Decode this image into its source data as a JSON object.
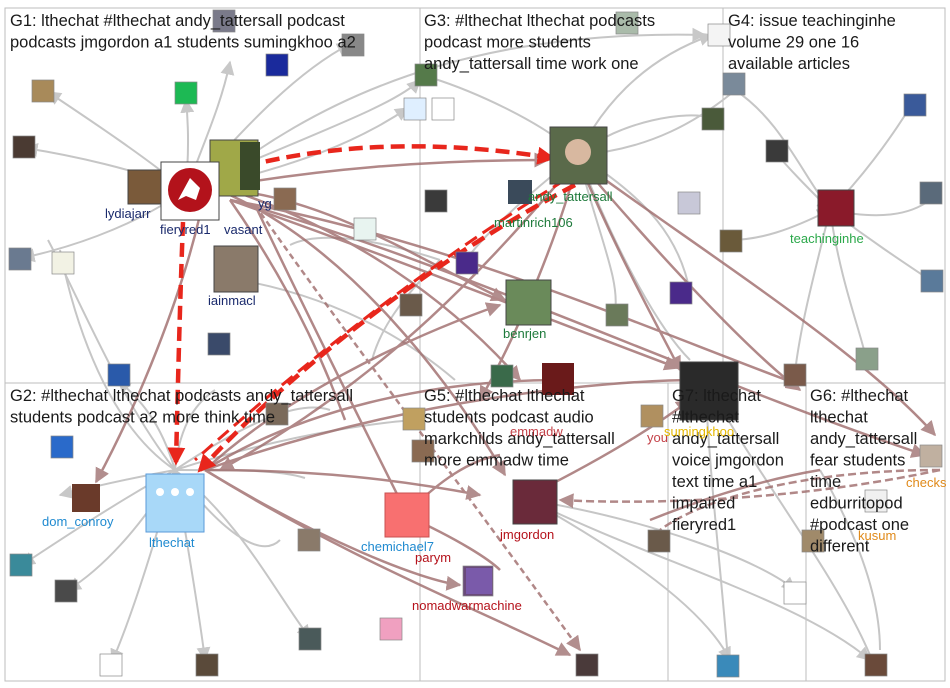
{
  "colors": {
    "background": "#ffffff",
    "box_border": "#bdbdbd",
    "edge_gray": "#bfbfbf",
    "edge_brown": "#9e6b6b",
    "edge_red": "#e8261c",
    "g1": "#1a2a6c",
    "g2": "#1f8ad0",
    "g3": "#1e7a3b",
    "g4": "#2ba84a",
    "g5": "#b5121b",
    "g6": "#e08a1a",
    "g7": "#e6b800"
  },
  "groups": [
    {
      "id": "G1",
      "lines": [
        "G1: lthechat #lthechat andy_tattersall podcast",
        "podcasts jmgordon a1 students sumingkhoo a2"
      ]
    },
    {
      "id": "G2",
      "lines": [
        "G2: #lthechat lthechat podcasts andy_tattersall",
        "students podcast a2 more think time"
      ]
    },
    {
      "id": "G3",
      "lines": [
        "G3: #lthechat lthechat podcasts",
        "podcast more students",
        "andy_tattersall time work one"
      ]
    },
    {
      "id": "G4",
      "lines": [
        "G4: issue teachinginhe",
        "volume 29 one 16",
        "available articles"
      ]
    },
    {
      "id": "G5",
      "lines": [
        "G5: #lthechat lthechat",
        "students podcast audio",
        "markchilds andy_tattersall",
        "more emmadw time"
      ]
    },
    {
      "id": "G6",
      "lines": [
        "G6: #lthechat",
        "lthechat",
        "andy_tattersall",
        "fear students",
        "time",
        "edburritopod",
        "#podcast one",
        "different"
      ]
    },
    {
      "id": "G7",
      "lines": [
        "G7: lthechat",
        "#lthechat",
        "andy_tattersall",
        "voice jmgordon",
        "text time a1",
        "impaired",
        "fieryred1"
      ]
    }
  ],
  "nodes": {
    "fieryred1": "fieryred1",
    "vasant": "vasant",
    "lydiajarr": "lydiajarr",
    "iainmacl": "iainmacl",
    "yg": "yg",
    "andy_tattersall": "andy_tattersall",
    "martinrich106": "martinrich106",
    "benrjen": "benrjen",
    "teachinginhe": "teachinginhe",
    "lthechat": "lthechat",
    "dom_conroy": "dom_conroy",
    "chemichael7": "chemichael7",
    "jmgordon": "jmgordon",
    "nomadwarmachine": "nomadwarmachine",
    "emmadw": "emmadw",
    "sumingkhoo": "sumingkhoo",
    "you": "you",
    "parym": "parym",
    "checks": "checks",
    "kusum": "kusum"
  }
}
